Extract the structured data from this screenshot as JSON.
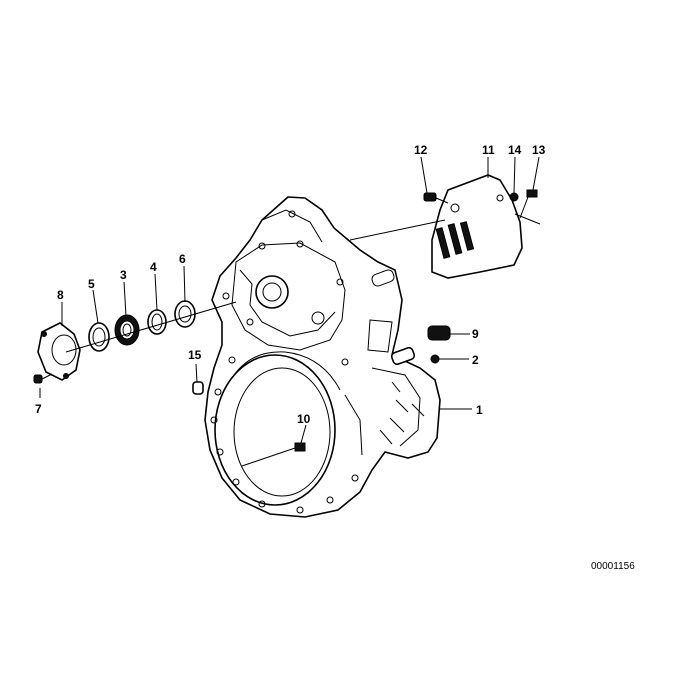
{
  "diagram": {
    "reference_number": "00001156",
    "callouts": [
      "1",
      "2",
      "3",
      "4",
      "5",
      "6",
      "7",
      "8",
      "9",
      "10",
      "11",
      "12",
      "13",
      "14",
      "15"
    ]
  }
}
